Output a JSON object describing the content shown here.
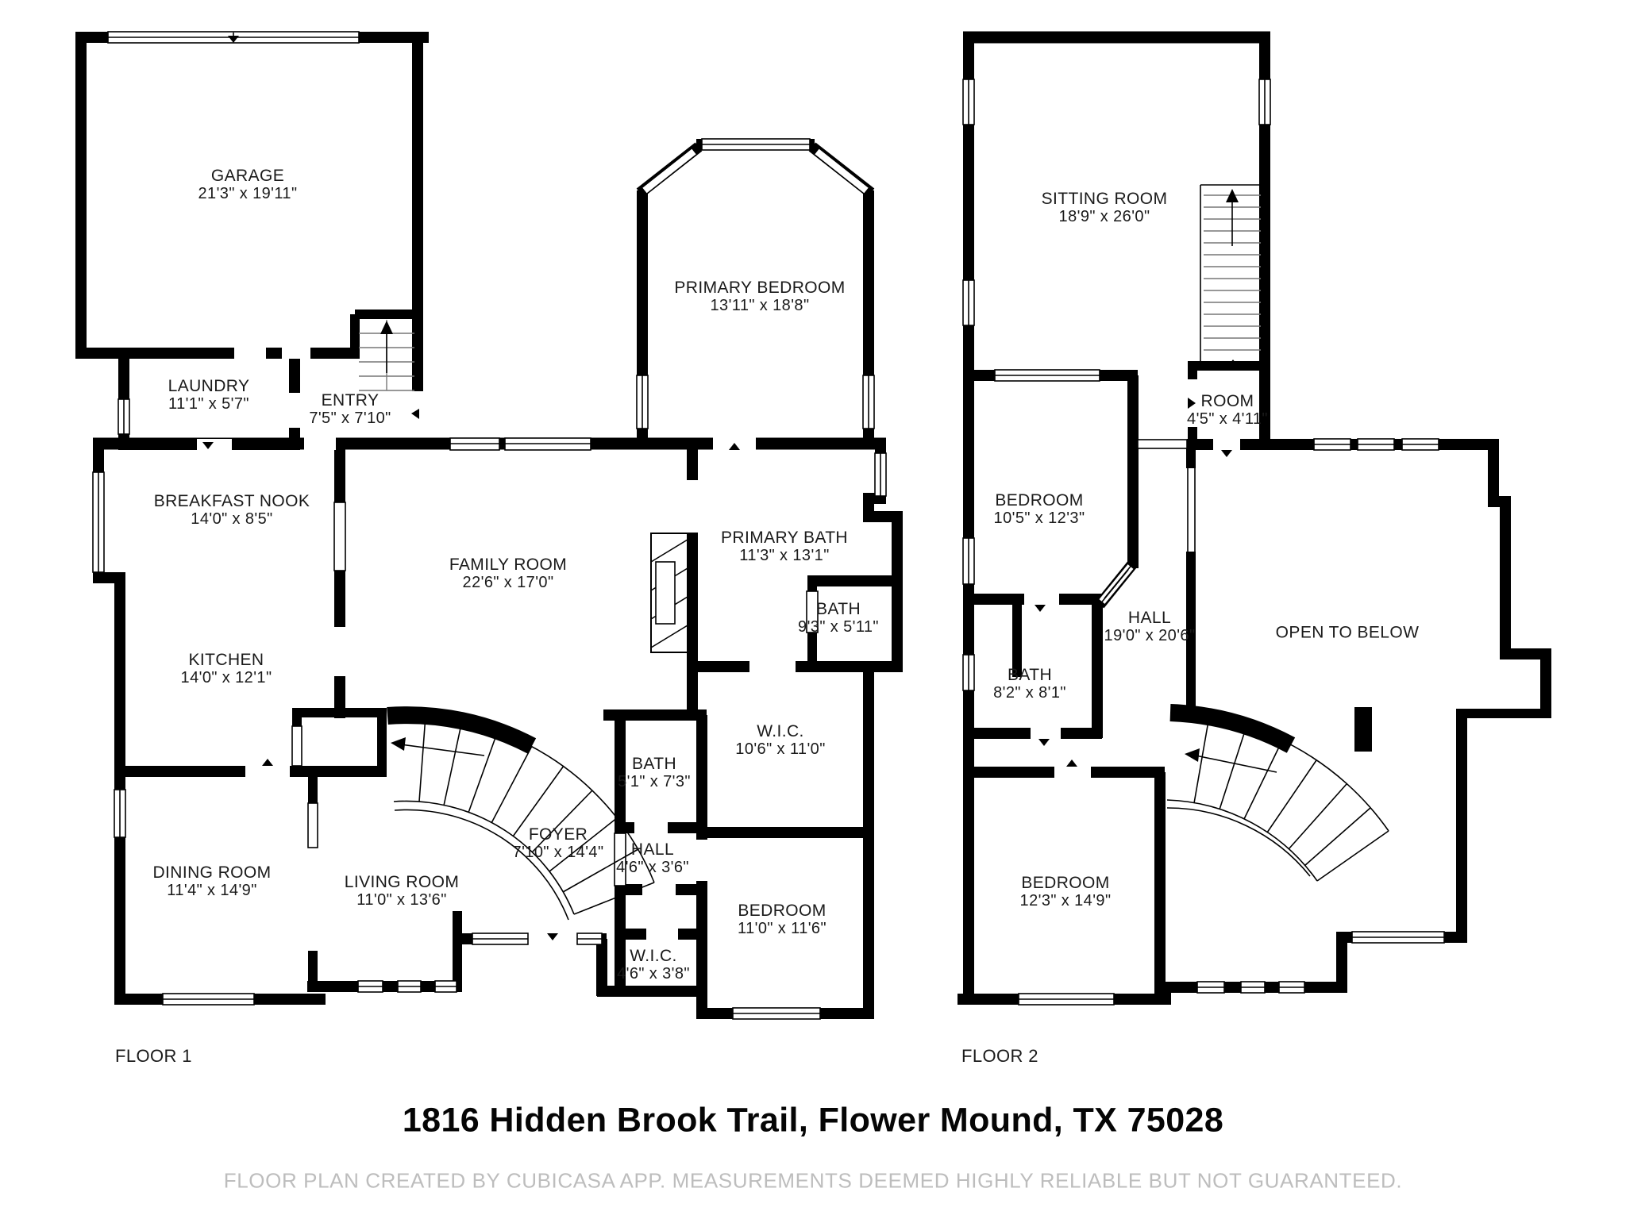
{
  "palette": {
    "background": "#ffffff",
    "walls": "#000000",
    "label_text": "#1a1a1a",
    "title_text": "#050505",
    "disclaimer_text": "#bdbdbd"
  },
  "title": "1816 Hidden Brook Trail, Flower Mound, TX 75028",
  "disclaimer": "FLOOR PLAN CREATED BY CUBICASA APP. MEASUREMENTS DEEMED HIGHLY RELIABLE BUT NOT GUARANTEED.",
  "floors": [
    {
      "label": "FLOOR 1",
      "rooms": [
        {
          "name": "GARAGE",
          "dims": "21'3\" x 19'11\""
        },
        {
          "name": "LAUNDRY",
          "dims": "11'1\" x 5'7\""
        },
        {
          "name": "ENTRY",
          "dims": "7'5\" x 7'10\""
        },
        {
          "name": "BREAKFAST NOOK",
          "dims": "14'0\" x 8'5\""
        },
        {
          "name": "KITCHEN",
          "dims": "14'0\" x 12'1\""
        },
        {
          "name": "FAMILY ROOM",
          "dims": "22'6\" x 17'0\""
        },
        {
          "name": "PRIMARY BEDROOM",
          "dims": "13'11\" x 18'8\""
        },
        {
          "name": "PRIMARY BATH",
          "dims": "11'3\" x 13'1\""
        },
        {
          "name": "BATH",
          "dims": "9'3\" x 5'11\""
        },
        {
          "name": "W.I.C.",
          "dims": "10'6\" x 11'0\""
        },
        {
          "name": "BATH",
          "dims": "5'1\" x 7'3\""
        },
        {
          "name": "HALL",
          "dims": "4'6\" x 3'6\""
        },
        {
          "name": "W.I.C.",
          "dims": "4'6\" x 3'8\""
        },
        {
          "name": "BEDROOM",
          "dims": "11'0\" x 11'6\""
        },
        {
          "name": "FOYER",
          "dims": "7'10\" x 14'4\""
        },
        {
          "name": "DINING ROOM",
          "dims": "11'4\" x 14'9\""
        },
        {
          "name": "LIVING ROOM",
          "dims": "11'0\" x 13'6\""
        }
      ]
    },
    {
      "label": "FLOOR 2",
      "rooms": [
        {
          "name": "SITTING ROOM",
          "dims": "18'9\" x 26'0\""
        },
        {
          "name": "ROOM",
          "dims": "4'5\" x 4'11\""
        },
        {
          "name": "BEDROOM",
          "dims": "10'5\" x 12'3\""
        },
        {
          "name": "HALL",
          "dims": "19'0\" x 20'6\""
        },
        {
          "name": "OPEN TO BELOW",
          "dims": ""
        },
        {
          "name": "BATH",
          "dims": "8'2\" x 8'1\""
        },
        {
          "name": "BEDROOM",
          "dims": "12'3\" x 14'9\""
        }
      ]
    }
  ]
}
